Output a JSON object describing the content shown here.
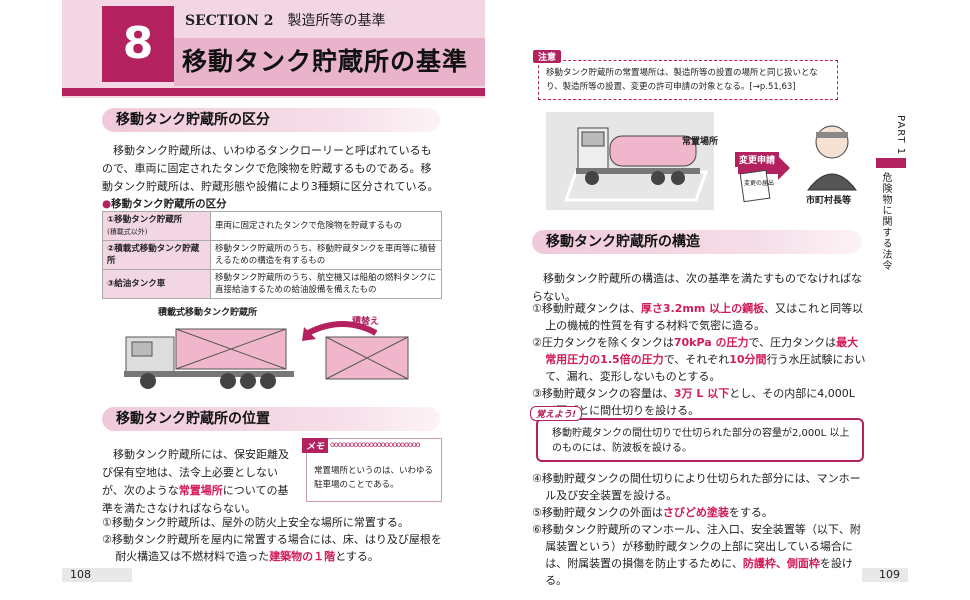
{
  "left": {
    "section": {
      "label": "SECTION 2",
      "title": "製造所等の基準"
    },
    "chapter_num": "8",
    "chapter_title": "移動タンク貯蔵所の基準",
    "h_class": "移動タンク貯蔵所の区分",
    "p_class": "移動タンク貯蔵所は、いわゆるタンクローリーと呼ばれているもので、車両に固定されたタンクで危険物を貯蔵するものである。移動タンク貯蔵所は、貯蔵形態や設備により3種類に区分されている。",
    "table_head": "移動タンク貯蔵所の区分",
    "table": [
      {
        "name": "①移動タンク貯蔵所",
        "sub": "(積載式以外)",
        "desc": "車両に固定されたタンクで危険物を貯蔵するもの"
      },
      {
        "name": "②積載式移動タンク貯蔵所",
        "sub": "",
        "desc": "移動タンク貯蔵所のうち、移動貯蔵タンクを車両等に積替えるための構造を有するもの"
      },
      {
        "name": "③給油タンク車",
        "sub": "",
        "desc": "移動タンク貯蔵所のうち、航空機又は船舶の燃料タンクに直接給油するための給油設備を備えたもの"
      }
    ],
    "fig_cap": "積載式移動タンク貯蔵所",
    "fig_cap2": "積替え",
    "h_pos": "移動タンク貯蔵所の位置",
    "p_pos_1": "移動タンク貯蔵所には、保安距離及び保有空地は、法令上必要としないが、次のような",
    "p_pos_red": "常置場所",
    "p_pos_2": "についての基準を満たさなければならない。",
    "memo_tag": "メモ",
    "memo": "常置場所というのは、いわゆる駐車場のことである。",
    "list1": "①移動タンク貯蔵所は、屋外の防火上安全な場所に常置する。",
    "list2_a": "②移動タンク貯蔵所を屋内に常置する場合には、床、はり及び屋根を耐火構造又は不燃材料で造った",
    "list2_red": "建築物の１階",
    "list2_b": "とする。",
    "page": "108"
  },
  "right": {
    "note_tag": "注意",
    "note": "移動タンク貯蔵所の常置場所は、製造所等の設置の場所と同じ扱いとなり、製造所等の設置、変更の許可申請の対象となる。[→p.51,63]",
    "img_place": "常置場所",
    "img_request": "変更申請",
    "img_paper": "変更の届出",
    "img_mayor": "市町村長等",
    "part": "PART 1",
    "part_title": "危険物に関する法令",
    "h_struct": "移動タンク貯蔵所の構造",
    "p_struct": "移動タンク貯蔵所の構造は、次の基準を満たすものでなければならない。",
    "s1_a": "①移動貯蔵タンクは、",
    "s1_red": "厚さ3.2mm 以上の鋼板",
    "s1_b": "、又はこれと同等以上の機械的性質を有する材料で気密に造る。",
    "s2_a": "②圧力タンクを除くタンクは",
    "s2_red1": "70kPa の圧力",
    "s2_b": "で、圧力タンクは",
    "s2_red2": "最大常用圧力の1.5倍の圧力",
    "s2_c": "で、それぞれ",
    "s2_red3": "10分間",
    "s2_d": "行う水圧試験において、漏れ、変形しないものとする。",
    "s3_a": "③移動貯蔵タンクの容量は、",
    "s3_red": "3万 L 以下",
    "s3_b": "とし、その内部に4,000L 以下ごとに間仕切りを設ける。",
    "remember_tag": "覚えよう!",
    "remember": "移動貯蔵タンクの間仕切りで仕切られた部分の容量が2,000L 以上のものには、防波板を設ける。",
    "s4": "④移動貯蔵タンクの間仕切りにより仕切られた部分には、マンホール及び安全装置を設ける。",
    "s5_a": "⑤移動貯蔵タンクの外面は",
    "s5_red": "さびどめ塗装",
    "s5_b": "をする。",
    "s6_a": "⑥移動タンク貯蔵所のマンホール、注入口、安全装置等（以下、附属装置という）が移動貯蔵タンクの上部に突出している場合には、附属装置の損傷を防止するために、",
    "s6_red": "防護枠、側面枠",
    "s6_b": "を設ける。",
    "page": "109"
  },
  "colors": {
    "accent": "#b3215f",
    "pink_light": "#f3d6e4",
    "red_text": "#d21b5a"
  }
}
